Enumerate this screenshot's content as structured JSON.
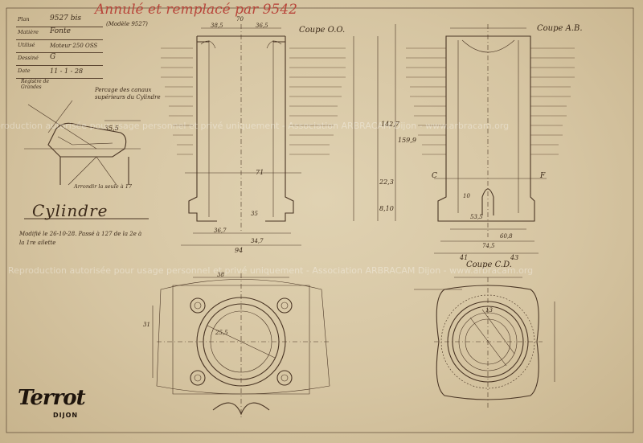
{
  "header": {
    "handwritten_title": "Annulé et remplacé par 9542"
  },
  "title_block": {
    "rows": [
      {
        "label": "Plan",
        "value": "9527 bis"
      },
      {
        "label": "Matière",
        "value": "Fonte"
      },
      {
        "label": "Utilisé",
        "value": "Moteur 250 OSS"
      },
      {
        "label": "Dessiné",
        "value": "G"
      },
      {
        "label": "Date",
        "value": "11 - 1 - 28"
      }
    ],
    "extra": "Registre de Grandes",
    "model_ref": "(Modèle 9527)"
  },
  "part": {
    "name": "Cylindre",
    "modification": "Modifié le 26-10-28. Passé à 127 de la 2e à la 1re ailette"
  },
  "views": {
    "coupe_a": "Coupe O.O.",
    "coupe_b": "Coupe A.B.",
    "coupe_c": "Coupe C.D.",
    "detail_note": "Percage des canaux supérieurs du Cylindre",
    "angle_note": "Arrondir la seule à 17"
  },
  "dimensions": [
    "38,5",
    "70",
    "36,5",
    "35,5",
    "34,7",
    "36,7",
    "25,5",
    "94",
    "41",
    "43",
    "38",
    "31",
    "60,8",
    "74,5",
    "142,7",
    "159,9",
    "22,3",
    "8,10",
    "35",
    "13",
    "71",
    "10",
    "53,5",
    "C",
    "F"
  ],
  "brand": {
    "logo": "Terrot",
    "city": "DIJON"
  },
  "watermark": "Reproduction autorisée pour usage personnel et privé uniquement - Association ARBRACAM Dijon - www.arbracam.org",
  "colors": {
    "paper": "#d6c5a2",
    "ink": "#4a3524",
    "red_pencil": "#b8453a"
  }
}
